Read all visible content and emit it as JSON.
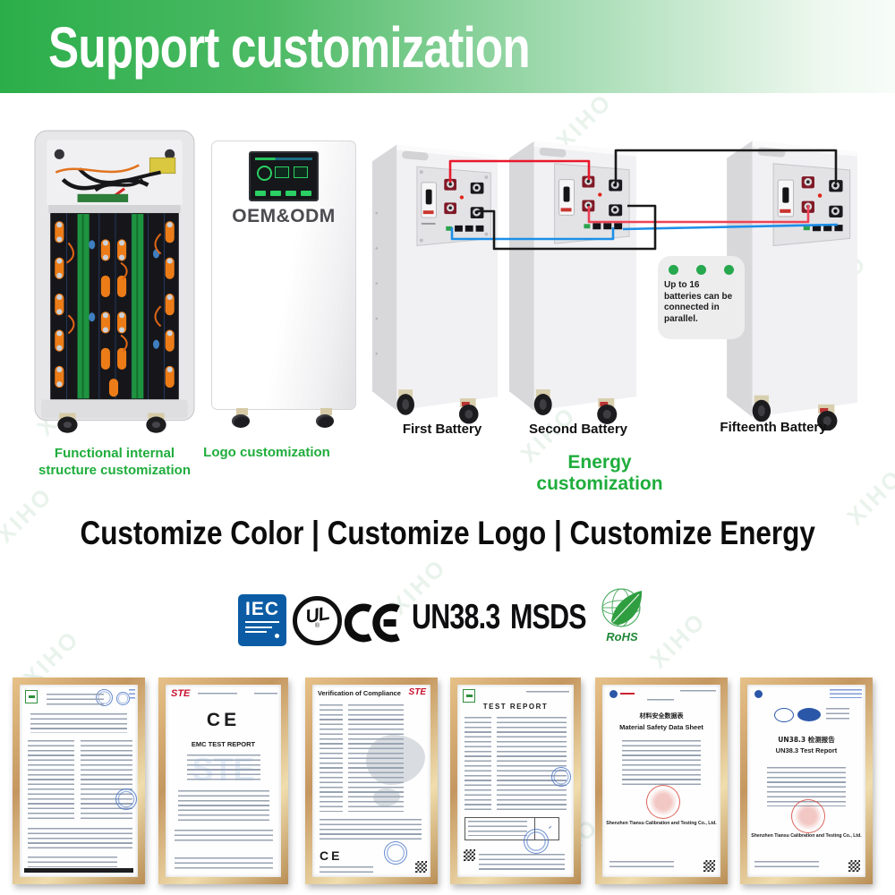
{
  "banner": {
    "title": "Support customization"
  },
  "watermark": "XIHO",
  "products": {
    "internal_unit": {
      "caption_line1": "Functional internal",
      "caption_line2": "structure customization"
    },
    "logo_unit": {
      "label": "OEM&ODM",
      "caption": "Logo customization"
    },
    "energy": {
      "caption": "Energy customization",
      "batteries": [
        {
          "label": "First Battery"
        },
        {
          "label": "Second Battery"
        },
        {
          "label": "Fifteenth Battery"
        }
      ],
      "note": "Up to 16 batteries can be connected in parallel."
    }
  },
  "headline": "Customize Color | Customize Logo | Customize Energy",
  "cert_logos": {
    "iec": "IEC",
    "ul": "UL",
    "ce": "CE",
    "un383": "UN38.3",
    "msds": "MSDS",
    "rohs": "RoHS"
  },
  "certificates": [
    {
      "name": "cb-test-certificate"
    },
    {
      "name": "emc-test-report",
      "logo": "STE",
      "mark": "CE",
      "title": "EMC TEST REPORT"
    },
    {
      "name": "verification-of-compliance",
      "title": "Verification of Compliance",
      "logo": "STE",
      "mark": "CE"
    },
    {
      "name": "test-report",
      "title": "TEST REPORT"
    },
    {
      "name": "msds",
      "title_cn": "材料安全数据表",
      "title": "Material Safety Data Sheet",
      "company": "Shenzhen Tiansu Calibration and Testing Co., Ltd."
    },
    {
      "name": "un38-3-test-report",
      "title_cn": "UN38.3 检测报告",
      "title": "UN38.3 Test Report",
      "company": "Shenzhen Tiansu Calibration and Testing Co., Ltd."
    }
  ],
  "colors": {
    "accent_green": "#1fad3c",
    "banner_green": "#2bae4a",
    "cable_red": "#e8192c",
    "cable_blue": "#1d8fe8",
    "cable_black": "#1a1a1a",
    "iec_blue": "#0c5ca5",
    "rohs_green": "#2f9e41",
    "wood_frame": "#c89a5f",
    "stamp_blue": "#4a76c8",
    "stamp_red": "#d8402f"
  }
}
